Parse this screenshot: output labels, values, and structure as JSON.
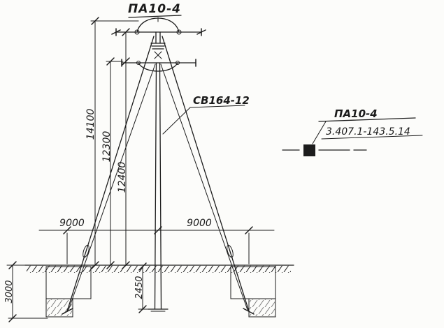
{
  "ink_color": "#1c1c1c",
  "title": {
    "label": "ПА10-4"
  },
  "pole": {
    "label": "СВ164-12"
  },
  "dimensions": {
    "total_height": "14100",
    "lower_traverse_height": "12300",
    "upper_traverse_height": "12400",
    "span_left": "9000",
    "span_right": "9000",
    "anchor_depth": "3000",
    "pole_embedment": "2450"
  },
  "legend": {
    "name": "ПА10-4",
    "code": "3.407.1-143.5.14"
  }
}
